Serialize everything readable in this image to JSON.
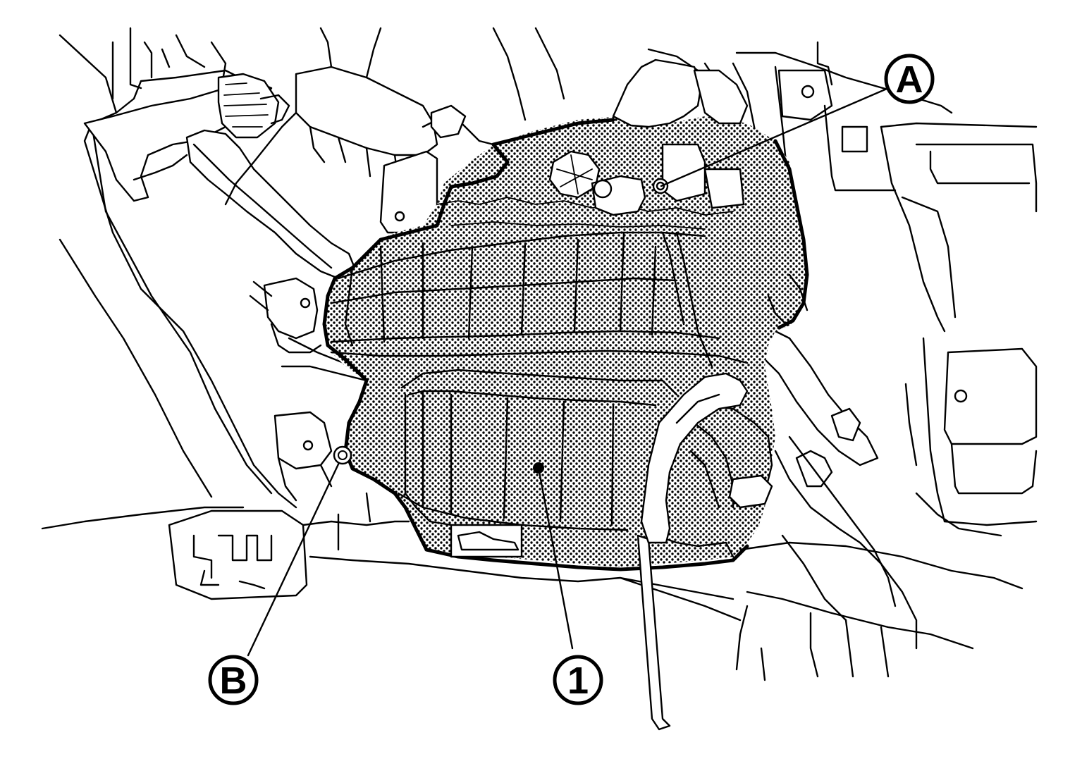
{
  "figure": {
    "callouts": [
      {
        "id": "A",
        "label": "A"
      },
      {
        "id": "B",
        "label": "B"
      },
      {
        "id": "1",
        "label": "1"
      }
    ]
  }
}
